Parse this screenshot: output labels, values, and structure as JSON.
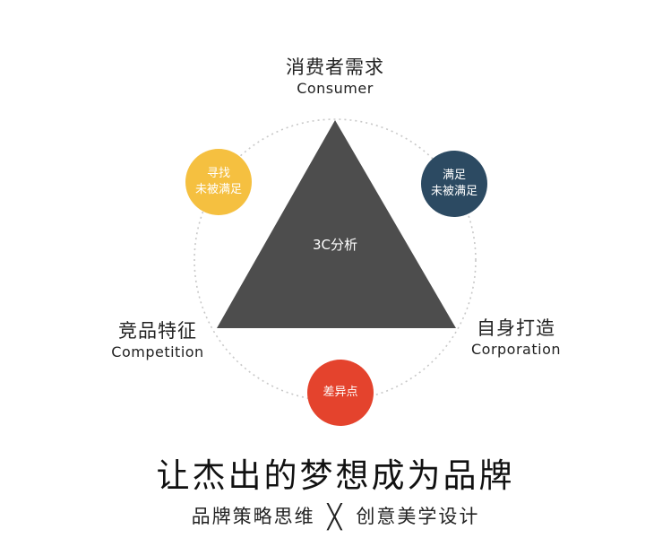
{
  "diagram": {
    "top": {
      "cn": "消费者需求",
      "en": "Consumer"
    },
    "left": {
      "cn": "竞品特征",
      "en": "Competition"
    },
    "right": {
      "cn": "自身打造",
      "en": "Corporation"
    },
    "center": "3C分析",
    "bubbles": {
      "yellow": {
        "line1": "寻找",
        "line2": "未被满足",
        "color": "#f5c040"
      },
      "navy": {
        "line1": "满足",
        "line2": "未被满足",
        "color": "#2c4a62"
      },
      "red": {
        "text": "差异点",
        "color": "#e4432d"
      }
    },
    "colors": {
      "triangle": "#4d4d4d",
      "ring": "#c8c8c8"
    }
  },
  "headline": "让杰出的梦想成为品牌",
  "subline": {
    "left": "品牌策略思维",
    "cross": "╳",
    "right": "创意美学设计"
  }
}
